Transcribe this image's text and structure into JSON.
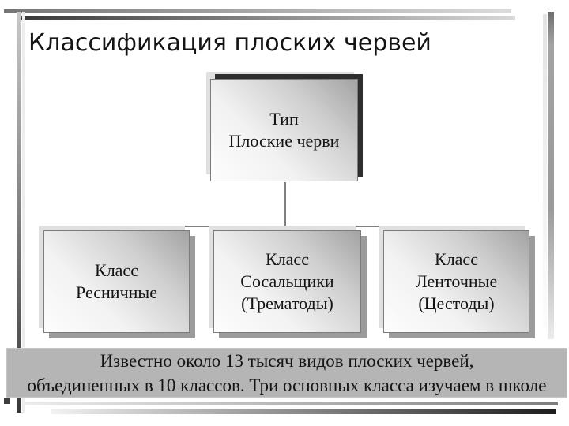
{
  "colors": {
    "text": "#141414",
    "note_bg": "#b5b5b5",
    "shadow_dark": "#2e2e2e",
    "shadow_gray": "#9b9b9b",
    "shadow_light": "#e0e0e0",
    "box_border": "#7c7c7c",
    "line": "#808080"
  },
  "slide": {
    "title": "Классификация плоских червей",
    "diagram": {
      "root": {
        "lines": [
          "Тип",
          "Плоские черви"
        ]
      },
      "children": [
        {
          "lines": [
            "Класс",
            "Ресничные"
          ]
        },
        {
          "lines": [
            "Класс",
            "Сосальщики",
            "(Трематоды)"
          ]
        },
        {
          "lines": [
            "Класс",
            "Ленточные",
            "(Цестоды)"
          ]
        }
      ]
    },
    "note": {
      "lines": [
        "Известно около 13 тысяч видов плоских червей,",
        "объединенных в 10 классов. Три основных класса изучаем в школе"
      ]
    }
  }
}
